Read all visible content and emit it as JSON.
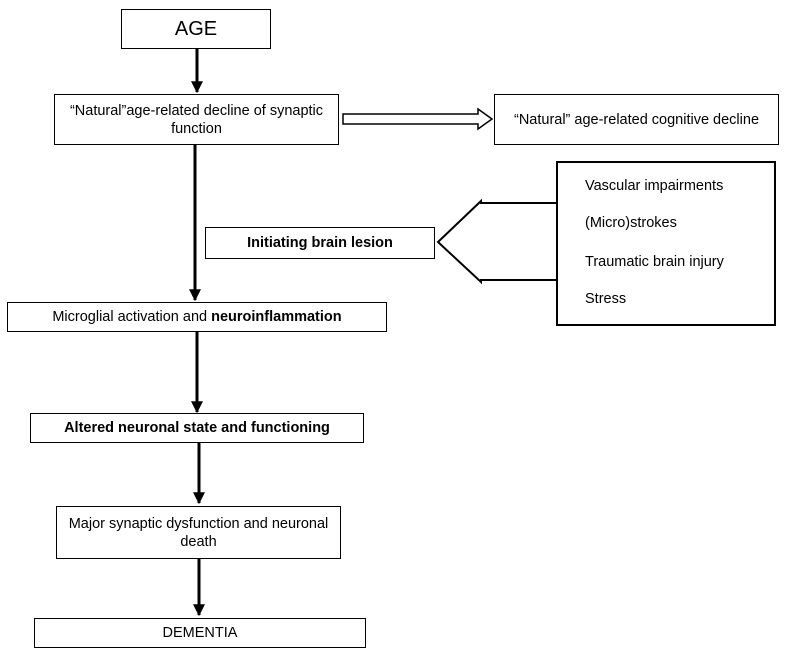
{
  "nodes": {
    "age": "AGE",
    "natural_synaptic_decline": "“Natural”age-related decline of synaptic function",
    "natural_cognitive_decline": "“Natural” age-related cognitive decline",
    "initiating_lesion": "Initiating brain lesion",
    "microglial_prefix": "Microglial activation and ",
    "microglial_bold": "neuroinflammation",
    "altered_neuronal": "Altered neuronal state and functioning",
    "major_synaptic": "Major synaptic dysfunction and neuronal death",
    "dementia": "DEMENTIA"
  },
  "risk_factors": [
    "Vascular impairments",
    "(Micro)strokes",
    "Traumatic brain injury",
    "Stress"
  ],
  "colors": {
    "stroke": "#000000",
    "background": "#ffffff"
  }
}
